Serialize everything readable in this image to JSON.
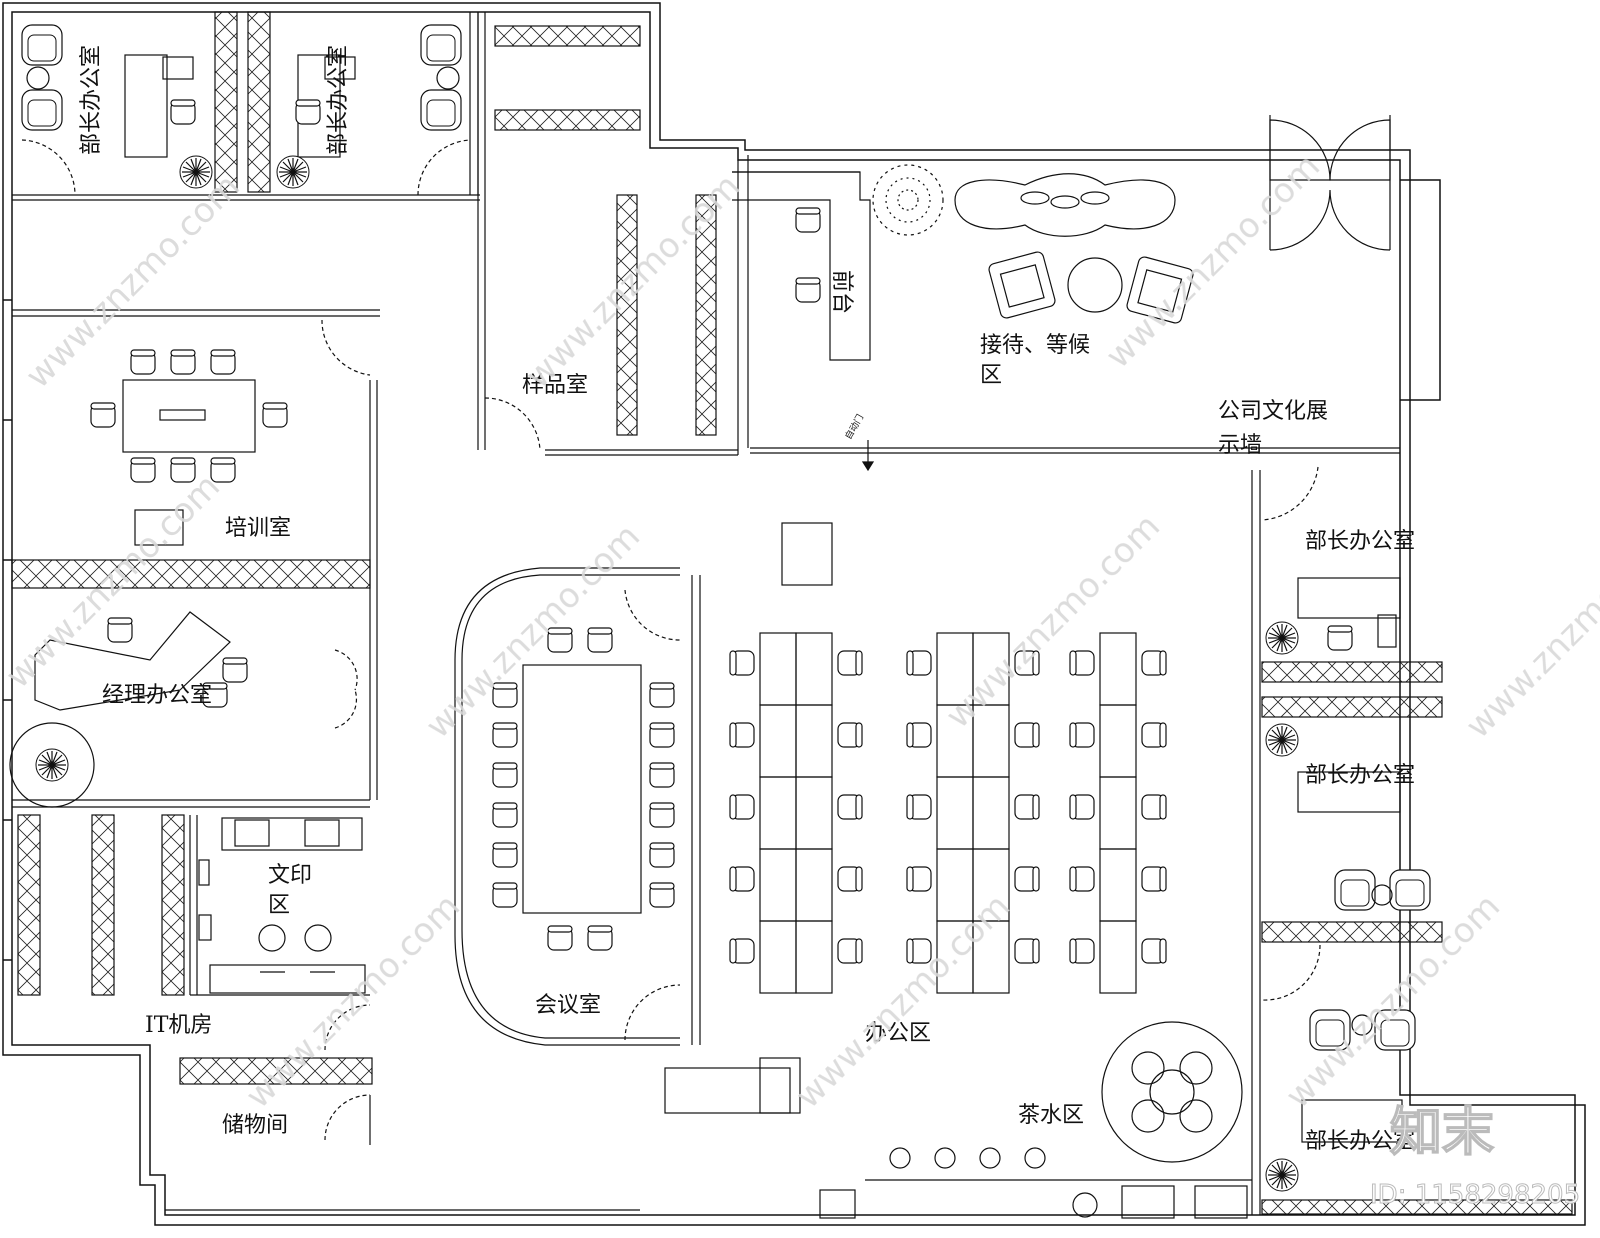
{
  "rooms": {
    "minister_office_tl1": "部长办公室",
    "minister_office_tl2": "部长办公室",
    "sample_room": "样品室",
    "front_desk": "前台",
    "reception_1": "接待、等候",
    "reception_2": "区",
    "culture_wall_1": "公司文化展",
    "culture_wall_2": "示墙",
    "auto_door": "自动门",
    "training_room": "培训室",
    "manager_office": "经理办公室",
    "print_area_1": "文印",
    "print_area_2": "区",
    "it_room": "IT机房",
    "storage": "储物间",
    "meeting_room": "会议室",
    "office_area": "办公区",
    "tea_area": "茶水区",
    "minister_office_r1": "部长办公室",
    "minister_office_r2": "部长办公室",
    "minister_office_r3": "部长办公室"
  },
  "watermark": {
    "text": "www.znzmo.com",
    "logo": "知末",
    "id": "ID: 1158298205"
  }
}
